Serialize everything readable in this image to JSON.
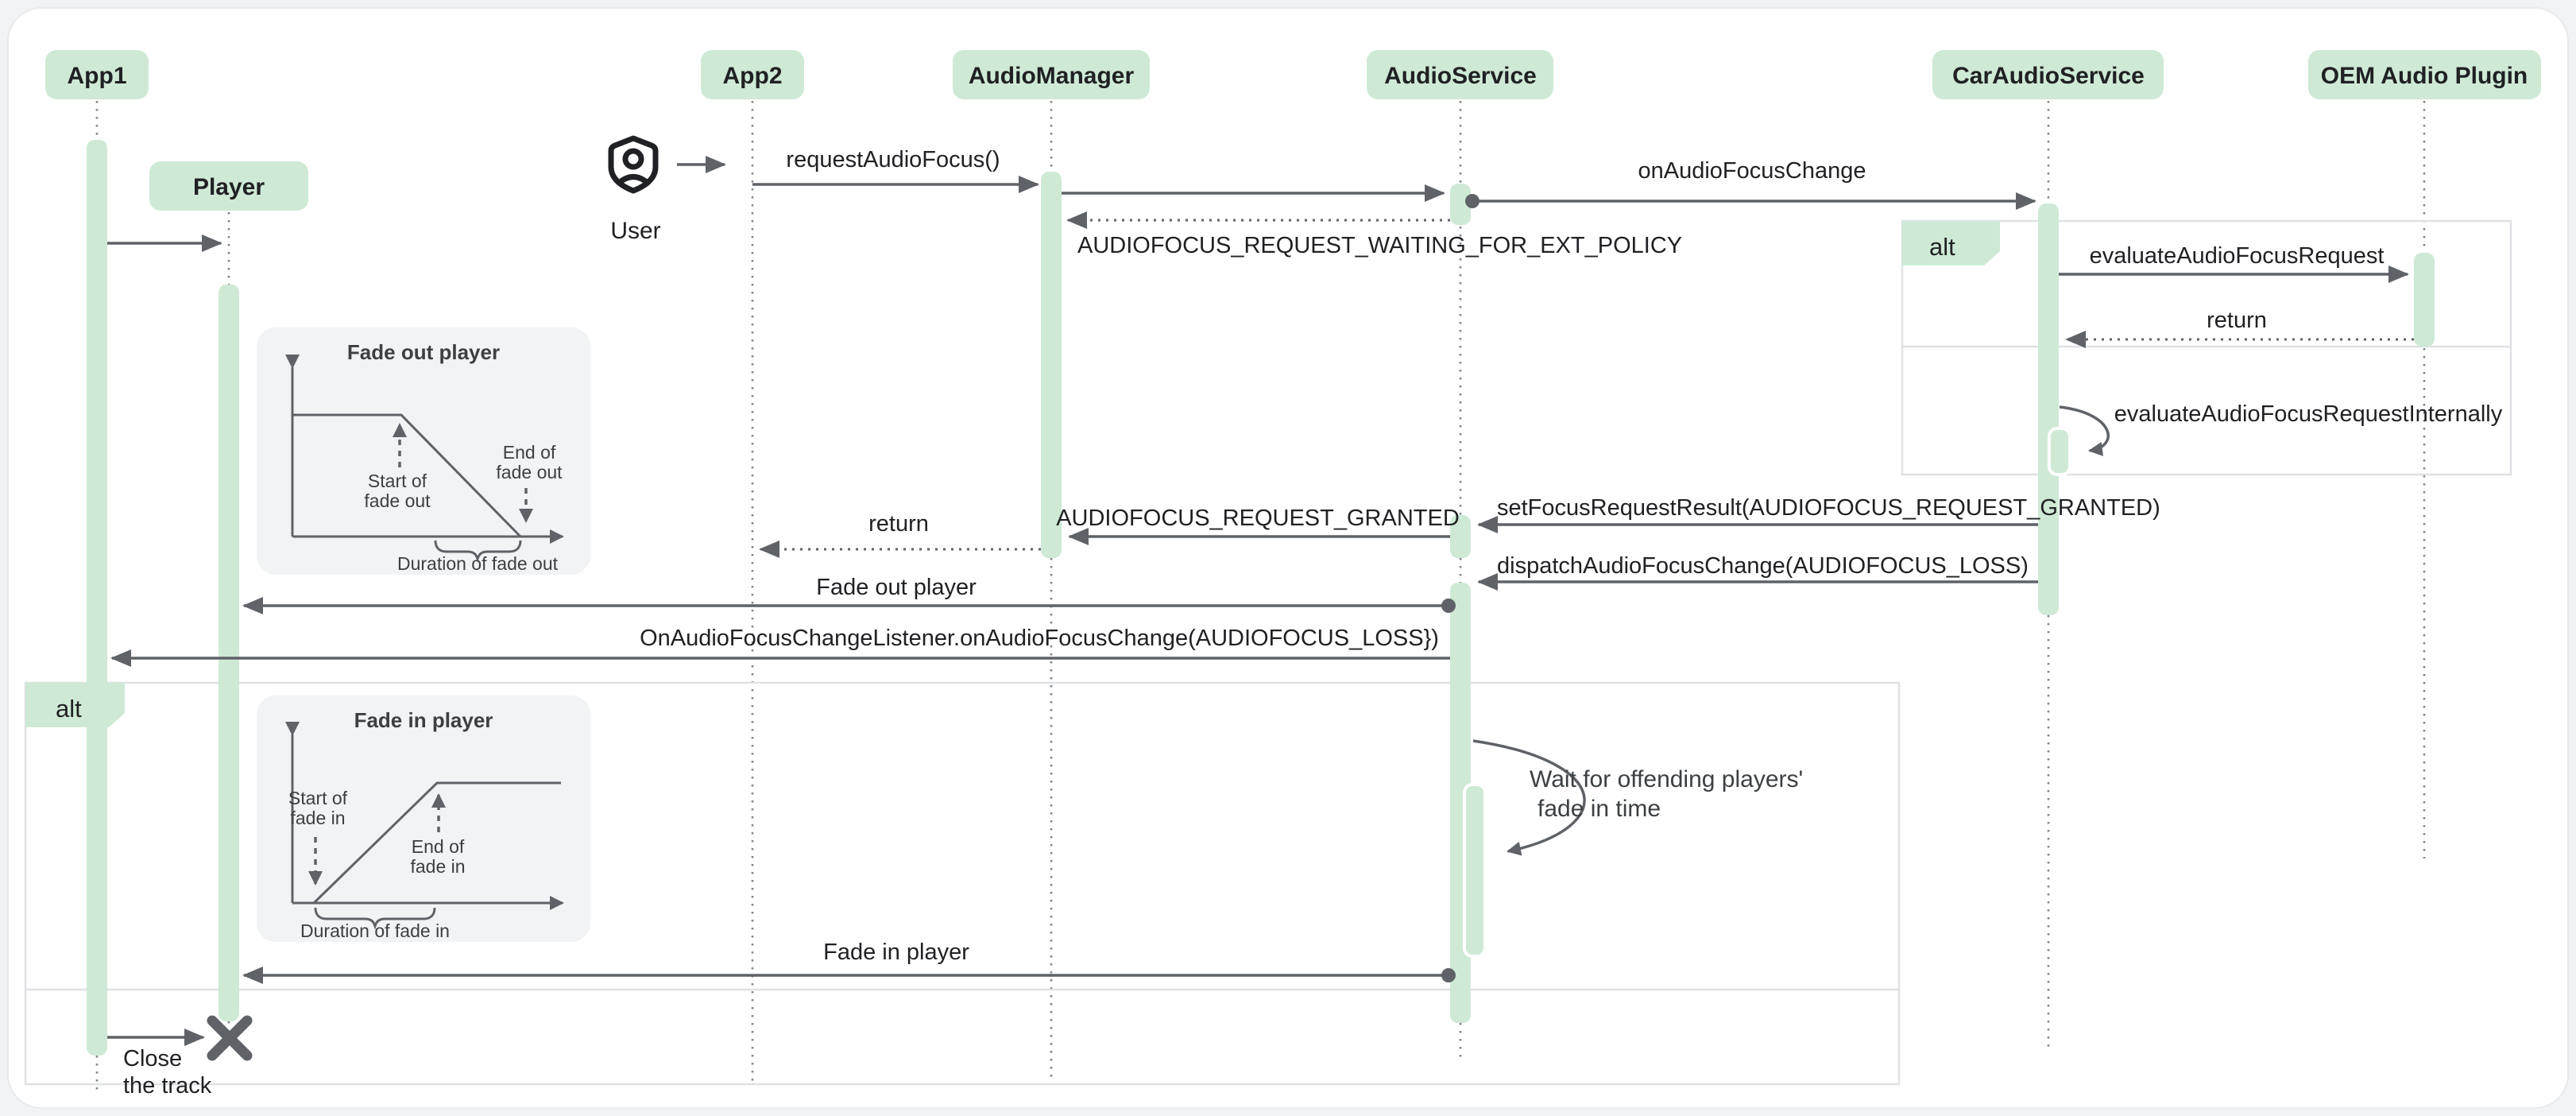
{
  "diagram": {
    "participants": [
      {
        "label": "App1"
      },
      {
        "label": "Player"
      },
      {
        "label": "App2"
      },
      {
        "label": "AudioManager"
      },
      {
        "label": "AudioService"
      },
      {
        "label": "CarAudioService"
      },
      {
        "label": "OEM Audio Plugin"
      }
    ],
    "actor": {
      "label": "User"
    },
    "fragments": {
      "alt1": "alt",
      "alt2": "alt"
    },
    "messages": {
      "request_audio_focus": "requestAudioFocus()",
      "on_audio_focus_change": "onAudioFocusChange",
      "request_waiting": "AUDIOFOCUS_REQUEST_WAITING_FOR_EXT_POLICY",
      "evaluate_request": "evaluateAudioFocusRequest",
      "return_oem": "return",
      "evaluate_internally": "evaluateAudioFocusRequestInternally",
      "set_focus_result": "setFocusRequestResult(AUDIOFOCUS_REQUEST_GRANTED)",
      "request_granted": "AUDIOFOCUS_REQUEST_GRANTED",
      "return_app2": "return",
      "dispatch_loss": "dispatchAudioFocusChange(AUDIOFOCUS_LOSS)",
      "fade_out_player": "Fade out player",
      "listener_callback": "OnAudioFocusChangeListener.onAudioFocusChange(AUDIOFOCUS_LOSS})",
      "wait_note_line1": "Wait for offending players'",
      "wait_note_line2": "fade in time",
      "fade_in_player": "Fade in player",
      "close_track_line1": "Close",
      "close_track_line2": "the track"
    },
    "charts": [
      {
        "type": "line",
        "title": "Fade out player",
        "shape": "constant level, then linear ramp down to zero",
        "annotations": {
          "start_line1": "Start of",
          "start_line2": "fade out",
          "end_line1": "End of",
          "end_line2": "fade out",
          "duration": "Duration of fade out"
        }
      },
      {
        "type": "line",
        "title": "Fade in player",
        "shape": "linear ramp up from zero, then constant level",
        "annotations": {
          "start_line1": "Start of",
          "start_line2": "fade in",
          "end_line1": "End of",
          "end_line2": "fade in",
          "duration": "Duration of fade in"
        }
      }
    ],
    "colors": {
      "accent_green": "#ceead6",
      "arrow_gray": "#5f6368",
      "text_dark": "#202124",
      "frame_border": "#dfe1e5",
      "panel_gray": "#f1f3f4",
      "lifeline": "#80868b"
    }
  }
}
